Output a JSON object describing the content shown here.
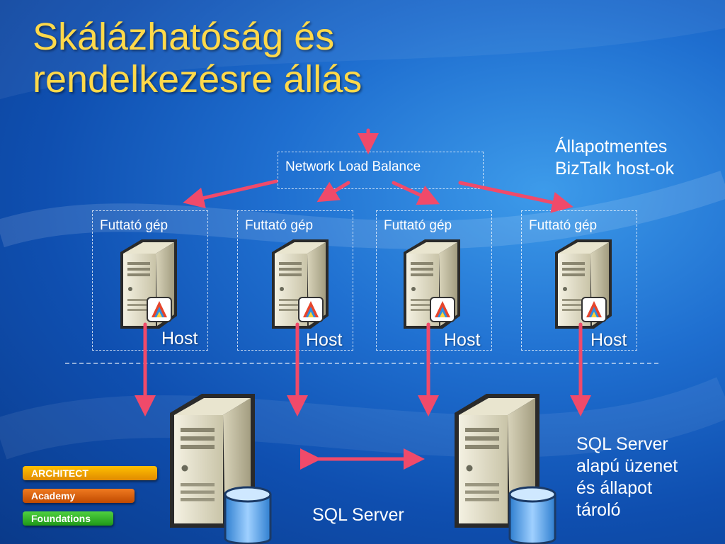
{
  "title": {
    "line1": "Skálázhatóság és",
    "line2": "rendelkezésre állás"
  },
  "nlb": {
    "label": "Network Load Balance"
  },
  "stateless_note": {
    "line1": "Állapotmentes",
    "line2": "BizTalk host-ok"
  },
  "hosts": [
    {
      "box_label": "Futtató gép",
      "host_label": "Host"
    },
    {
      "box_label": "Futtató gép",
      "host_label": "Host"
    },
    {
      "box_label": "Futtató gép",
      "host_label": "Host"
    },
    {
      "box_label": "Futtató gép",
      "host_label": "Host"
    }
  ],
  "sql": {
    "label": "SQL Server",
    "store_note": {
      "line1": "SQL Server",
      "line2": "alapú üzenet",
      "line3": "és állapot",
      "line4": "tároló"
    }
  },
  "badges": [
    {
      "label": "ARCHITECT",
      "color": "#f0a000"
    },
    {
      "label": "Academy",
      "color": "#e06a10"
    },
    {
      "label": "Foundations",
      "color": "#2eae28"
    }
  ],
  "colors": {
    "arrow": "#f04a6a",
    "title": "#ffd94a"
  }
}
